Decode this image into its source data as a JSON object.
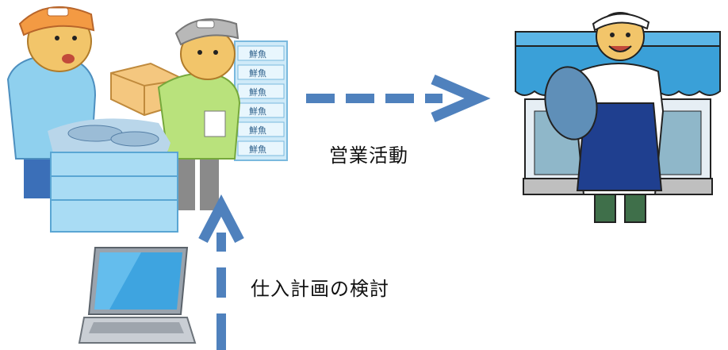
{
  "labels": {
    "sales_activity": "営業活動",
    "purchase_plan": "仕入計画の検討"
  },
  "market": {
    "crate_labels": [
      "鮮魚",
      "鮮魚",
      "鮮魚",
      "鮮魚",
      "鮮魚",
      "鮮魚"
    ]
  },
  "colors": {
    "arrow": "#4f81bd",
    "awning": "#3aa0d8",
    "worker_shirt": "#b7e07a",
    "buyer_shirt": "#7fc8ea",
    "crate": "#9fd6f2",
    "apron": "#1f3f8f"
  }
}
